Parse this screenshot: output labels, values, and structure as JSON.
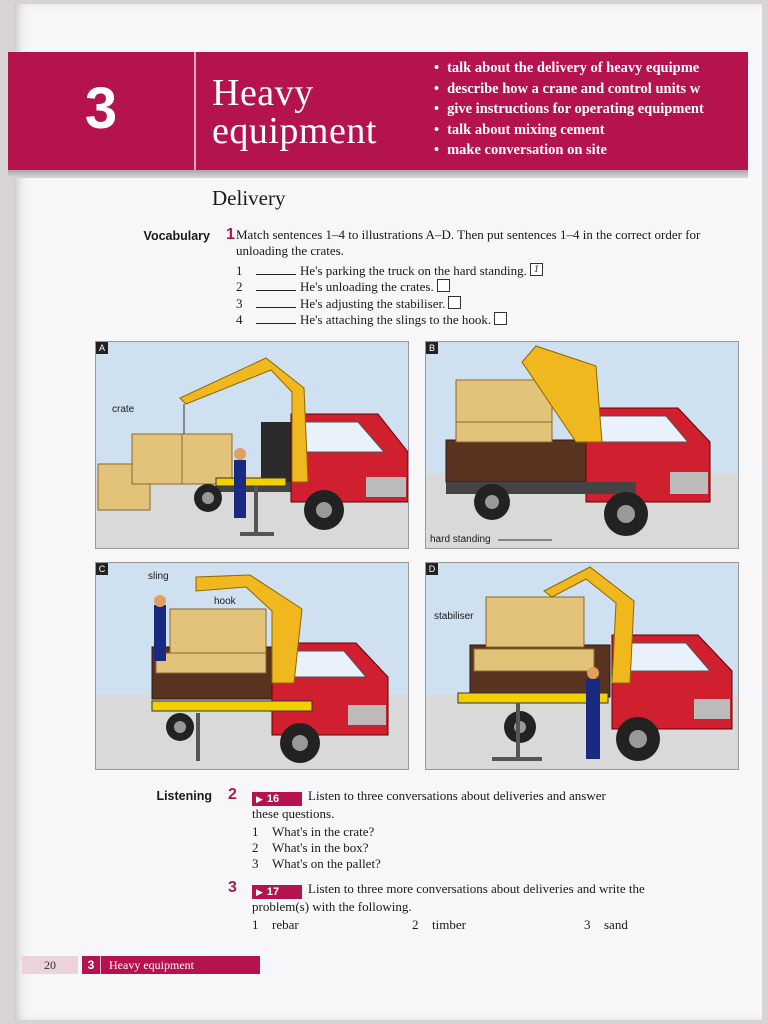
{
  "unit": {
    "number": "3",
    "title_line1": "Heavy",
    "title_line2": "equipment",
    "objectives": [
      "talk about the delivery of heavy equipme",
      "describe how a crane and control units w",
      "give instructions for operating equipment",
      "talk about mixing cement",
      "make conversation on site"
    ]
  },
  "section_title": "Delivery",
  "vocabulary": {
    "label": "Vocabulary",
    "ex_num": "1",
    "instruction": "Match sentences 1–4 to illustrations A–D. Then put sentences 1–4 in the correct order for unloading the crates.",
    "sentences": [
      {
        "n": "1",
        "text": "He's parking the truck on the hard standing.",
        "answer": "1"
      },
      {
        "n": "2",
        "text": "He's unloading the crates.",
        "answer": ""
      },
      {
        "n": "3",
        "text": "He's adjusting the stabiliser.",
        "answer": ""
      },
      {
        "n": "4",
        "text": "He's attaching the slings to the hook.",
        "answer": ""
      }
    ]
  },
  "illustrations": [
    {
      "letter": "A",
      "labels": [
        "crate"
      ]
    },
    {
      "letter": "B",
      "labels": [
        "hard standing"
      ]
    },
    {
      "letter": "C",
      "labels": [
        "sling",
        "hook"
      ]
    },
    {
      "letter": "D",
      "labels": [
        "stabiliser"
      ]
    }
  ],
  "listening": {
    "label": "Listening",
    "ex2": {
      "num": "2",
      "track": "16",
      "instruction_line1": "Listen to three conversations about deliveries and answer",
      "instruction_line2": "these questions.",
      "questions": [
        {
          "n": "1",
          "text": "What's in the crate?"
        },
        {
          "n": "2",
          "text": "What's in the box?"
        },
        {
          "n": "3",
          "text": "What's on the pallet?"
        }
      ]
    },
    "ex3": {
      "num": "3",
      "track": "17",
      "instruction_line1": "Listen to three more conversations about deliveries and write the",
      "instruction_line2": "problem(s) with the following.",
      "items": [
        {
          "n": "1",
          "text": "rebar"
        },
        {
          "n": "2",
          "text": "timber"
        },
        {
          "n": "3",
          "text": "sand"
        }
      ]
    }
  },
  "footer": {
    "page_number": "20",
    "unit_number": "3",
    "unit_title": "Heavy equipment"
  },
  "colors": {
    "brand": "#b5134e",
    "truck_cab": "#d01f2e",
    "crane": "#f0b81e",
    "crate": "#e3c27a",
    "sky": "#cfe0f0"
  }
}
